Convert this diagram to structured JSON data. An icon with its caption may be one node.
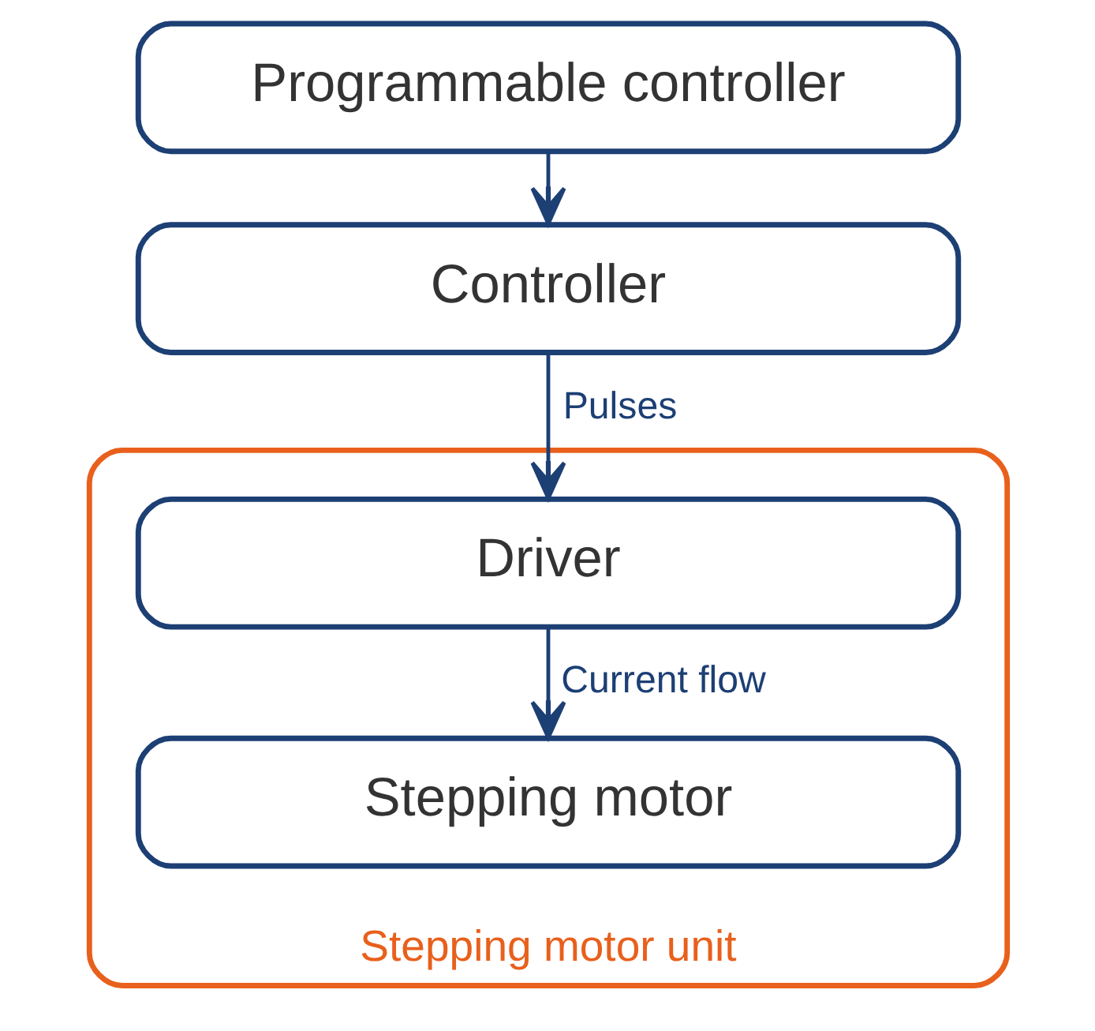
{
  "diagram": {
    "nodes": [
      {
        "text": [
          "Programmable controller"
        ]
      },
      {
        "text": [
          "Controller"
        ]
      },
      {
        "text": [
          "Stepping motor unit"
        ]
      },
      {
        "text": [
          "Driver"
        ],
        "in": 2
      },
      {
        "text": [
          "Stepping motor"
        ],
        "in": 2
      }
    ],
    "edges": [
      {
        "from": 0,
        "to": 1,
        "arrow": "to"
      },
      {
        "from": 1,
        "to": 3,
        "arrow": "to",
        "label": "Pulses"
      },
      {
        "from": 3,
        "to": 4,
        "arrow": "to",
        "label": "Current flow"
      }
    ]
  }
}
